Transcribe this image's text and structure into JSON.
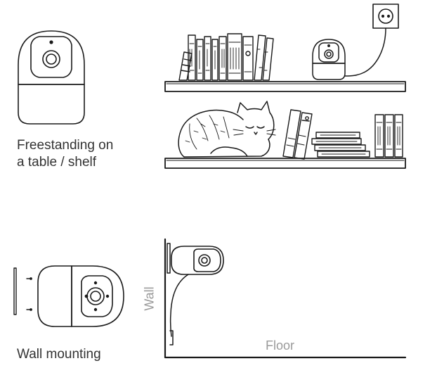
{
  "freestanding": {
    "caption_line1": "Freestanding on",
    "caption_line2": "a table / shelf"
  },
  "wall": {
    "caption": "Wall mounting",
    "wall_label": "Wall",
    "floor_label": "Floor"
  },
  "colors": {
    "line": "#1a1a1a",
    "caption_text": "#333333",
    "axis_text": "#9a9a9a"
  },
  "icons": {
    "camera": "dome-camera-icon",
    "outlet": "power-outlet-icon",
    "cat": "sleeping-cat",
    "books": "book-stack"
  }
}
